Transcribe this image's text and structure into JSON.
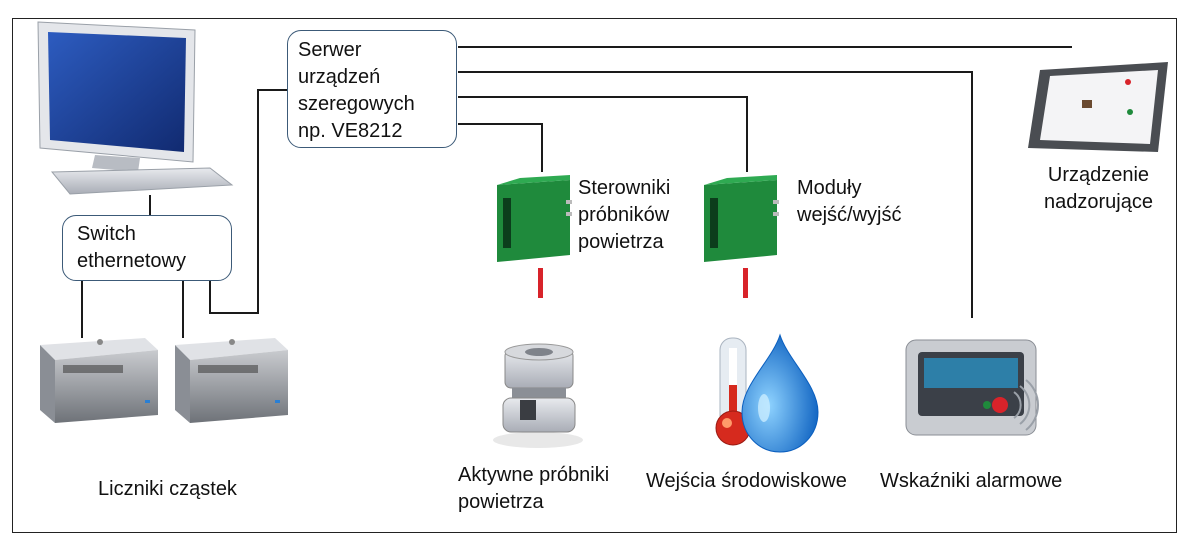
{
  "nodes": {
    "serial_server": [
      "Serwer urządzeń",
      "szeregowych",
      "np. VE8212"
    ],
    "switch": [
      "Switch",
      "ethernetowy"
    ],
    "supervisor": [
      "Urządzenie",
      "nadzorujące"
    ],
    "sampler_controllers": [
      "Sterowniki",
      "próbników",
      "powietrza"
    ],
    "io_modules": [
      "Moduły",
      "wejść/wyjść"
    ],
    "particle_counters": "Liczniki cząstek",
    "active_samplers": [
      "Aktywne próbniki",
      "powietrza"
    ],
    "environmental_inputs": "Wejścia środowiskowe",
    "alarm_indicators": "Wskaźniki alarmowe"
  },
  "colors": {
    "line": "#1a1a1a",
    "box_border": "#3c5a78",
    "module_green": "#1f8a3c",
    "connector_red": "#d8232a",
    "monitor_blue": "#1c3f8f",
    "water_blue": "#1a8fe0",
    "thermo_red": "#d62a1e"
  },
  "icons": [
    "computer-icon",
    "particle-counter-icon",
    "tablet-icon",
    "module-icon",
    "air-sampler-icon",
    "thermometer-drop-icon",
    "alarm-panel-icon"
  ]
}
